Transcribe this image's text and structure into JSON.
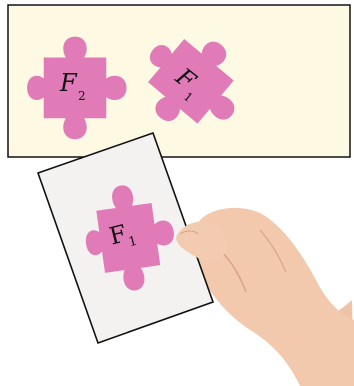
{
  "top_panel": {
    "piece_left": {
      "letter": "F",
      "subscript": "2"
    },
    "piece_right": {
      "letter": "F",
      "subscript": "1"
    }
  },
  "card": {
    "piece": {
      "letter": "F",
      "subscript": "1"
    }
  },
  "colors": {
    "panel_bg": "#fdf9e3",
    "puzzle": "#e07bb8",
    "card_bg": "#f4f2f0",
    "border": "#111111",
    "skin": "#f0c8ad"
  }
}
